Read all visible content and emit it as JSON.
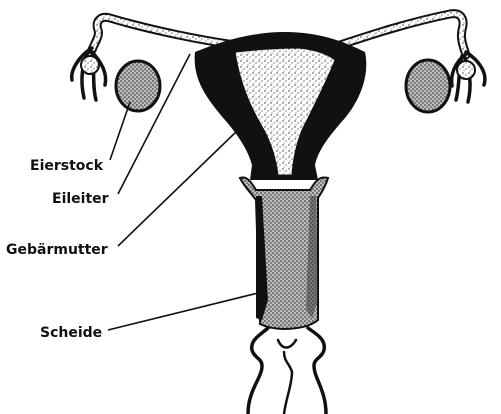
{
  "labels": {
    "ovary": "Eierstock",
    "fallopian_tube": "Eileiter",
    "uterus": "Gebärmutter",
    "vagina": "Scheide"
  },
  "colors": {
    "ink": "#111111",
    "stipple": "#cfcfcf",
    "stipple_dark": "#8a8a8a",
    "paper": "#ffffff"
  }
}
